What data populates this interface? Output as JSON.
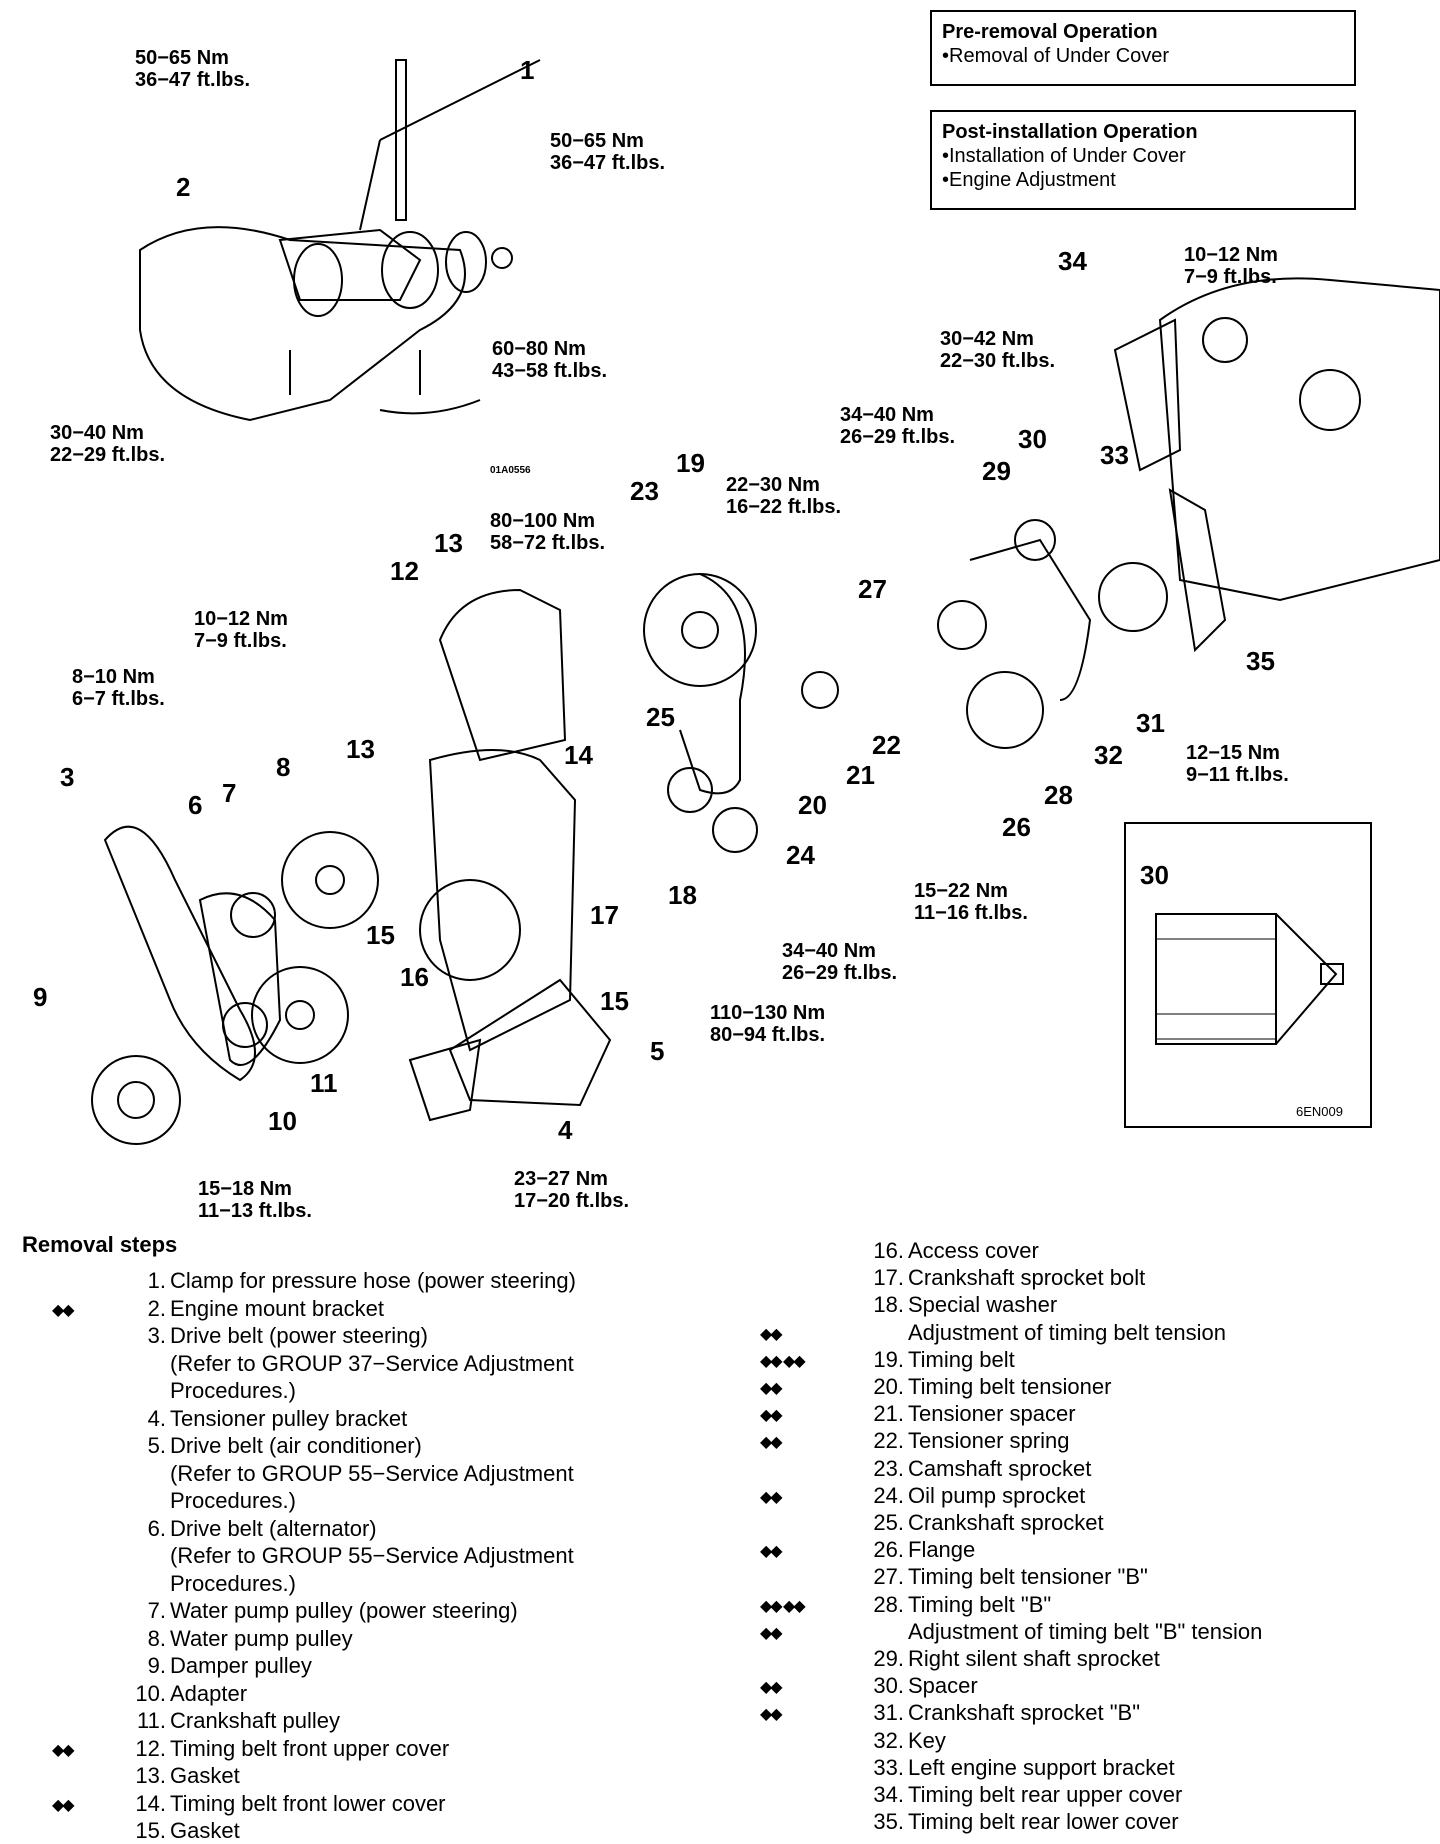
{
  "operations": {
    "pre_title": "Pre-removal Operation",
    "pre_items": [
      "•Removal of Under Cover"
    ],
    "post_title": "Post-installation Operation",
    "post_items": [
      "•Installation of Under Cover",
      "•Engine Adjustment"
    ]
  },
  "diagram_codes": {
    "top": "01A0556",
    "inset": "6EN009"
  },
  "callouts": [
    {
      "id": "c1",
      "text": "1"
    },
    {
      "id": "c2",
      "text": "2"
    },
    {
      "id": "c3",
      "text": "3"
    },
    {
      "id": "c4",
      "text": "4"
    },
    {
      "id": "c5",
      "text": "5"
    },
    {
      "id": "c6",
      "text": "6"
    },
    {
      "id": "c7",
      "text": "7"
    },
    {
      "id": "c8",
      "text": "8"
    },
    {
      "id": "c9",
      "text": "9"
    },
    {
      "id": "c10",
      "text": "10"
    },
    {
      "id": "c11",
      "text": "11"
    },
    {
      "id": "c12",
      "text": "12"
    },
    {
      "id": "c13a",
      "text": "13"
    },
    {
      "id": "c13b",
      "text": "13"
    },
    {
      "id": "c14",
      "text": "14"
    },
    {
      "id": "c15a",
      "text": "15"
    },
    {
      "id": "c15b",
      "text": "15"
    },
    {
      "id": "c16",
      "text": "16"
    },
    {
      "id": "c17",
      "text": "17"
    },
    {
      "id": "c18",
      "text": "18"
    },
    {
      "id": "c19",
      "text": "19"
    },
    {
      "id": "c20",
      "text": "20"
    },
    {
      "id": "c21",
      "text": "21"
    },
    {
      "id": "c22",
      "text": "22"
    },
    {
      "id": "c23",
      "text": "23"
    },
    {
      "id": "c24",
      "text": "24"
    },
    {
      "id": "c25",
      "text": "25"
    },
    {
      "id": "c26",
      "text": "26"
    },
    {
      "id": "c27",
      "text": "27"
    },
    {
      "id": "c28",
      "text": "28"
    },
    {
      "id": "c29",
      "text": "29"
    },
    {
      "id": "c30",
      "text": "30"
    },
    {
      "id": "c31",
      "text": "31"
    },
    {
      "id": "c32",
      "text": "32"
    },
    {
      "id": "c33",
      "text": "33"
    },
    {
      "id": "c34",
      "text": "34"
    },
    {
      "id": "c35",
      "text": "35"
    },
    {
      "id": "c30inset",
      "text": "30"
    }
  ],
  "torques": [
    {
      "id": "t1",
      "nm": "50−65 Nm",
      "ft": "36−47 ft.lbs."
    },
    {
      "id": "t2",
      "nm": "50−65 Nm",
      "ft": "36−47 ft.lbs."
    },
    {
      "id": "t3",
      "nm": "60−80 Nm",
      "ft": "43−58 ft.lbs."
    },
    {
      "id": "t4",
      "nm": "30−40 Nm",
      "ft": "22−29 ft.lbs."
    },
    {
      "id": "t5",
      "nm": "10−12 Nm",
      "ft": "7−9 ft.lbs."
    },
    {
      "id": "t6",
      "nm": "30−42 Nm",
      "ft": "22−30 ft.lbs."
    },
    {
      "id": "t7",
      "nm": "34−40 Nm",
      "ft": "26−29 ft.lbs."
    },
    {
      "id": "t8",
      "nm": "22−30 Nm",
      "ft": "16−22 ft.lbs."
    },
    {
      "id": "t9",
      "nm": "80−100 Nm",
      "ft": "58−72 ft.lbs."
    },
    {
      "id": "t10",
      "nm": "10−12 Nm",
      "ft": "7−9 ft.lbs."
    },
    {
      "id": "t11",
      "nm": "8−10 Nm",
      "ft": "6−7 ft.lbs."
    },
    {
      "id": "t12",
      "nm": "12−15 Nm",
      "ft": "9−11 ft.lbs."
    },
    {
      "id": "t13",
      "nm": "15−22 Nm",
      "ft": "11−16 ft.lbs."
    },
    {
      "id": "t14",
      "nm": "34−40 Nm",
      "ft": "26−29 ft.lbs."
    },
    {
      "id": "t15",
      "nm": "110−130 Nm",
      "ft": "80−94 ft.lbs."
    },
    {
      "id": "t16",
      "nm": "15−18 Nm",
      "ft": "11−13 ft.lbs."
    },
    {
      "id": "t17",
      "nm": "23−27 Nm",
      "ft": "17−20 ft.lbs."
    }
  ],
  "removal": {
    "title": "Removal steps",
    "left": [
      {
        "num": "1.",
        "lines": [
          "Clamp for pressure hose (power steering)"
        ],
        "mark": ""
      },
      {
        "num": "2.",
        "lines": [
          "Engine mount bracket"
        ],
        "mark": "◆◆"
      },
      {
        "num": "3.",
        "lines": [
          "Drive belt (power steering)",
          "(Refer to GROUP 37−Service Adjustment",
          "Procedures.)"
        ],
        "mark": ""
      },
      {
        "num": "4.",
        "lines": [
          "Tensioner pulley bracket"
        ],
        "mark": ""
      },
      {
        "num": "5.",
        "lines": [
          "Drive belt (air conditioner)",
          "(Refer to GROUP 55−Service Adjustment",
          "Procedures.)"
        ],
        "mark": ""
      },
      {
        "num": "6.",
        "lines": [
          "Drive belt (alternator)",
          "(Refer to GROUP 55−Service Adjustment",
          "Procedures.)"
        ],
        "mark": ""
      },
      {
        "num": "7.",
        "lines": [
          "Water pump pulley (power steering)"
        ],
        "mark": ""
      },
      {
        "num": "8.",
        "lines": [
          "Water pump pulley"
        ],
        "mark": ""
      },
      {
        "num": "9.",
        "lines": [
          "Damper pulley"
        ],
        "mark": ""
      },
      {
        "num": "10.",
        "lines": [
          "Adapter"
        ],
        "mark": ""
      },
      {
        "num": "11.",
        "lines": [
          "Crankshaft pulley"
        ],
        "mark": ""
      },
      {
        "num": "12.",
        "lines": [
          "Timing belt front upper cover"
        ],
        "mark": "◆◆"
      },
      {
        "num": "13.",
        "lines": [
          "Gasket"
        ],
        "mark": ""
      },
      {
        "num": "14.",
        "lines": [
          "Timing belt front lower cover"
        ],
        "mark": "◆◆"
      },
      {
        "num": "15.",
        "lines": [
          "Gasket"
        ],
        "mark": ""
      }
    ],
    "right": [
      {
        "num": "16.",
        "lines": [
          "Access cover"
        ],
        "mark": ""
      },
      {
        "num": "17.",
        "lines": [
          "Crankshaft sprocket bolt"
        ],
        "mark": ""
      },
      {
        "num": "18.",
        "lines": [
          "Special washer"
        ],
        "mark": ""
      },
      {
        "num": "",
        "lines": [
          "Adjustment of timing belt tension"
        ],
        "mark": "◆◆"
      },
      {
        "num": "19.",
        "lines": [
          "Timing belt"
        ],
        "mark": "◆◆ ◆◆"
      },
      {
        "num": "20.",
        "lines": [
          "Timing belt tensioner"
        ],
        "mark": "◆◆"
      },
      {
        "num": "21.",
        "lines": [
          "Tensioner spacer"
        ],
        "mark": "◆◆"
      },
      {
        "num": "22.",
        "lines": [
          "Tensioner spring"
        ],
        "mark": "◆◆"
      },
      {
        "num": "23.",
        "lines": [
          "Camshaft sprocket"
        ],
        "mark": ""
      },
      {
        "num": "24.",
        "lines": [
          "Oil pump sprocket"
        ],
        "mark": "◆◆"
      },
      {
        "num": "25.",
        "lines": [
          "Crankshaft sprocket"
        ],
        "mark": ""
      },
      {
        "num": "26.",
        "lines": [
          "Flange"
        ],
        "mark": "◆◆"
      },
      {
        "num": "27.",
        "lines": [
          "Timing belt tensioner \"B\""
        ],
        "mark": ""
      },
      {
        "num": "28.",
        "lines": [
          "Timing belt \"B\""
        ],
        "mark": "◆◆ ◆◆"
      },
      {
        "num": "",
        "lines": [
          "Adjustment of timing belt \"B\" tension"
        ],
        "mark": "◆◆"
      },
      {
        "num": "29.",
        "lines": [
          "Right silent shaft sprocket"
        ],
        "mark": ""
      },
      {
        "num": "30.",
        "lines": [
          "Spacer"
        ],
        "mark": "◆◆"
      },
      {
        "num": "31.",
        "lines": [
          "Crankshaft sprocket \"B\""
        ],
        "mark": "◆◆"
      },
      {
        "num": "32.",
        "lines": [
          "Key"
        ],
        "mark": ""
      },
      {
        "num": "33.",
        "lines": [
          "Left engine support bracket"
        ],
        "mark": ""
      },
      {
        "num": "34.",
        "lines": [
          "Timing belt rear upper cover"
        ],
        "mark": ""
      },
      {
        "num": "35.",
        "lines": [
          "Timing belt rear lower cover"
        ],
        "mark": ""
      }
    ]
  }
}
